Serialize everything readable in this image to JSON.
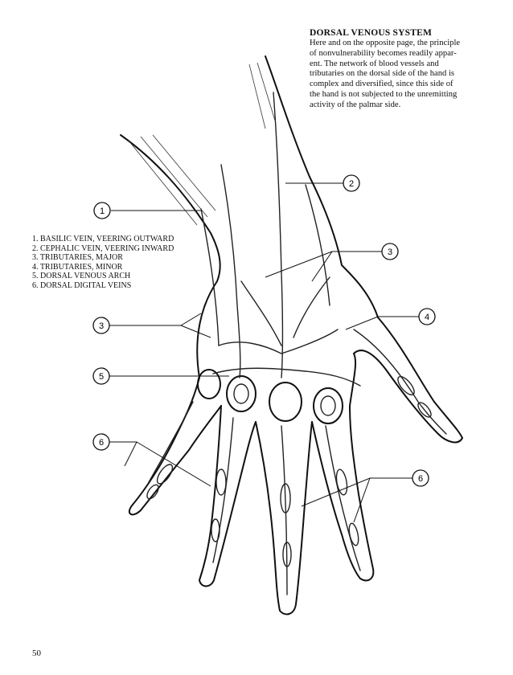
{
  "heading": "DORSAL VENOUS SYSTEM",
  "intro_lines": [
    "Here and on the opposite page, the principle",
    "of nonvulnerability becomes readily appar-",
    "ent. The network of blood vessels and",
    "tributaries on the dorsal side of the hand is",
    "complex and diversified, since this side of",
    "the hand is not subjected to the unremitting",
    "activity of the palmar side."
  ],
  "legend": [
    "1. BASILIC VEIN, VEERING OUTWARD",
    "2. CEPHALIC VEIN, VEERING INWARD",
    "3. TRIBUTARIES, MAJOR",
    "4. TRIBUTARIES, MINOR",
    "5. DORSAL VENOUS ARCH",
    "6. DORSAL DIGITAL VEINS"
  ],
  "callouts": [
    "1",
    "2",
    "3",
    "3",
    "4",
    "5",
    "6",
    "6"
  ],
  "page_number": "50"
}
